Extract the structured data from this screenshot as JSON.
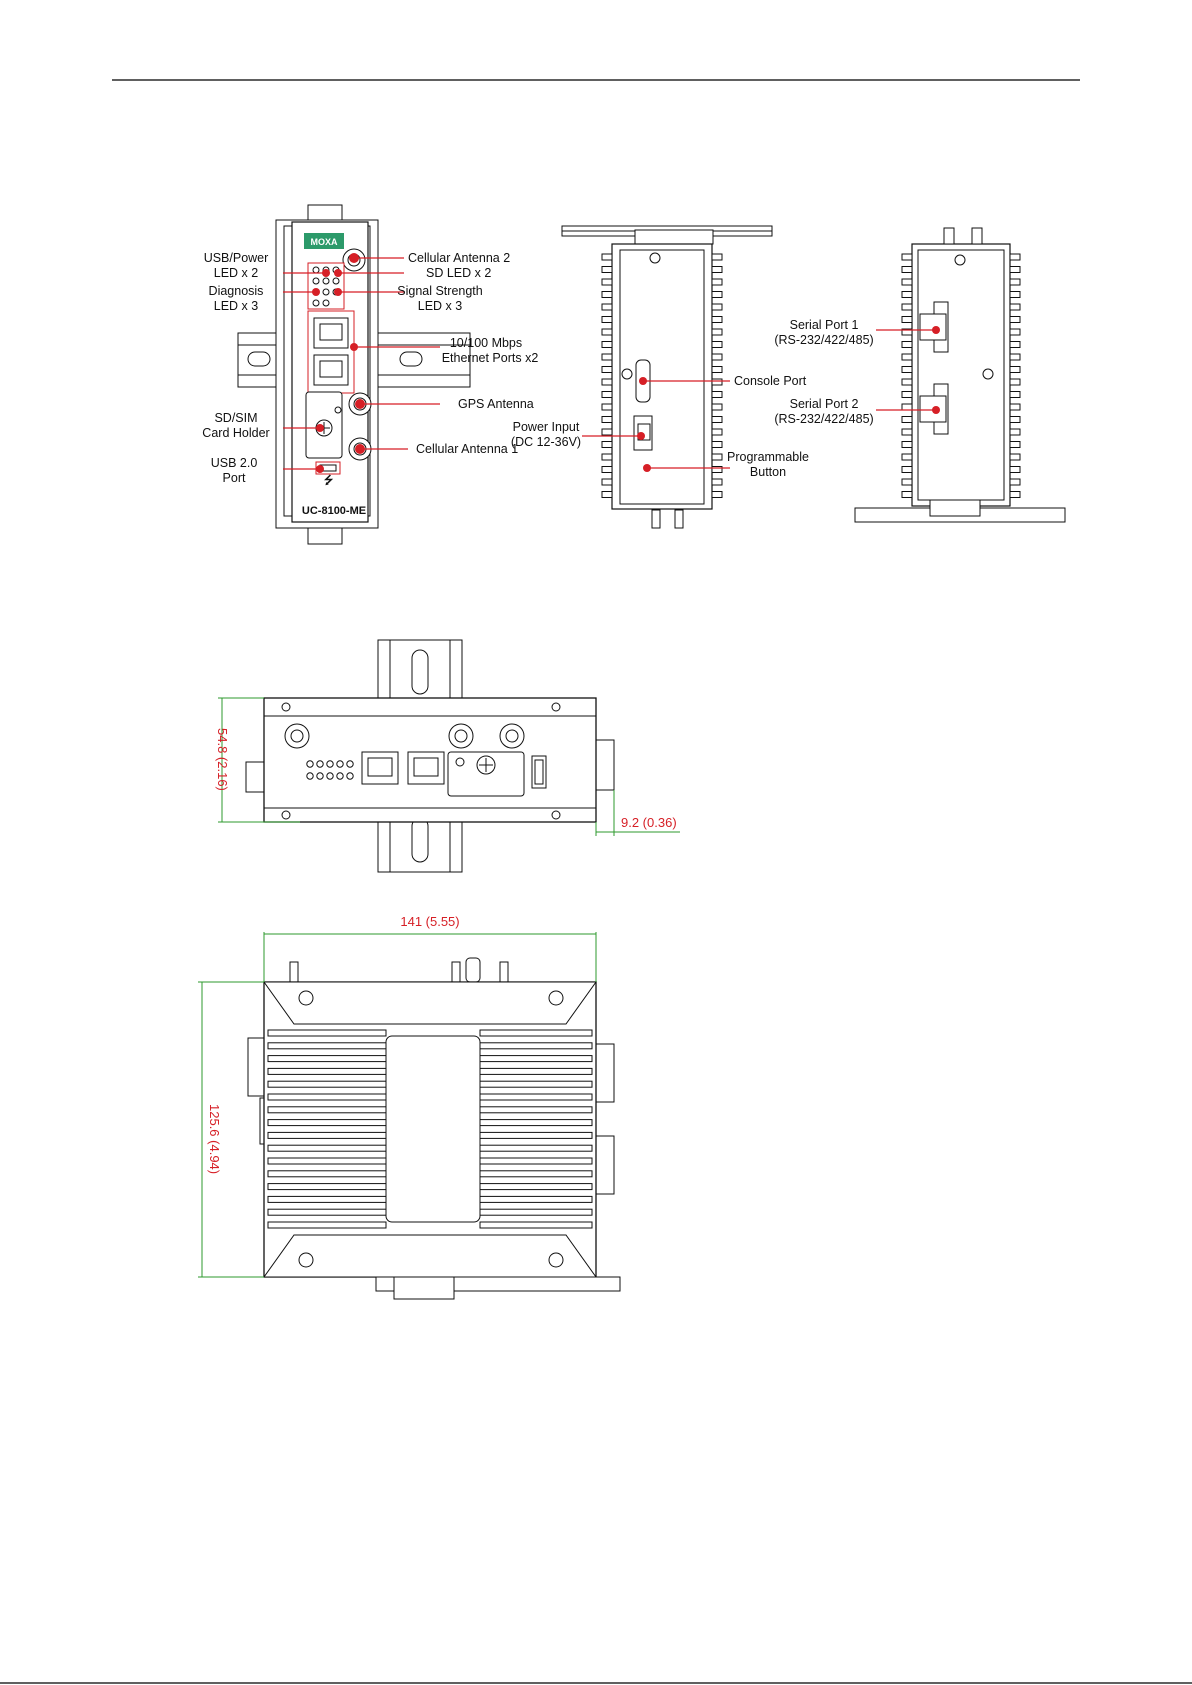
{
  "front_view": {
    "labels": {
      "usb_power": [
        "USB/Power",
        "LED x 2"
      ],
      "diagnosis": [
        "Diagnosis",
        "LED x 3"
      ],
      "sd_sim": [
        "SD/SIM",
        "Card Holder"
      ],
      "usb20": [
        "USB 2.0",
        "Port"
      ],
      "cell2": [
        "Cellular Antenna 2"
      ],
      "sd_led": [
        "SD LED x 2"
      ],
      "signal": [
        "Signal Strength",
        "LED x 3"
      ],
      "ethernet": [
        "10/100 Mbps",
        "Ethernet Ports x2"
      ],
      "gps": [
        "GPS Antenna"
      ],
      "cell1": [
        "Cellular Antenna 1"
      ]
    },
    "brand": "MOXA",
    "model": "UC-8100-ME"
  },
  "side_view": {
    "labels": {
      "console": [
        "Console Port"
      ],
      "power": [
        "Power Input",
        "(DC 12-36V)"
      ],
      "button": [
        "Programmable",
        "Button"
      ]
    }
  },
  "back_view": {
    "labels": {
      "serial1": [
        "Serial Port 1",
        "(RS-232/422/485)"
      ],
      "serial2": [
        "Serial Port 2",
        "(RS-232/422/485)"
      ]
    }
  },
  "dimensions": {
    "height": "54.8 (2.16)",
    "depth_offset": "9.2 (0.36)",
    "width": "141 (5.55)",
    "length": "125.6 (4.94)"
  },
  "colors": {
    "callout": "#d61f26",
    "brand": "#2c9a6a",
    "dimension": "#d61f26"
  }
}
